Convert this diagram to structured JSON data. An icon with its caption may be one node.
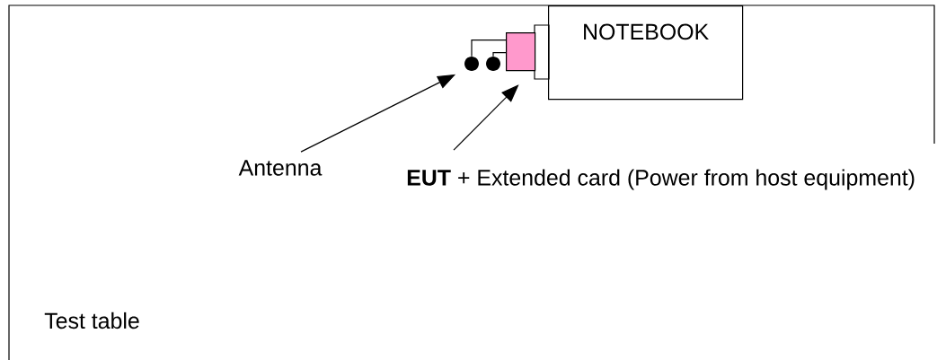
{
  "diagram": {
    "nodes": [
      {
        "text": [
          "Test table"
        ]
      },
      {
        "text": [
          "NOTEBOOK"
        ],
        "in": 0
      },
      {
        "text": [
          "Antenna"
        ],
        "in": 0
      },
      {
        "text": [
          "**EUT** + Extended card (Power from host equipment)"
        ],
        "in": 0
      },
      {
        "text": [],
        "shape": "circle",
        "in": 0
      },
      {
        "text": [],
        "shape": "circle",
        "in": 0
      },
      {
        "text": [],
        "shape": "box",
        "in": 0
      }
    ],
    "edges": [
      {
        "from": 4,
        "to": 6,
        "arrow": "none"
      },
      {
        "from": 5,
        "to": 6,
        "arrow": "none"
      },
      {
        "from": 2,
        "to": 4,
        "arrow": "to"
      },
      {
        "from": 3,
        "to": 6,
        "arrow": "to"
      }
    ]
  }
}
